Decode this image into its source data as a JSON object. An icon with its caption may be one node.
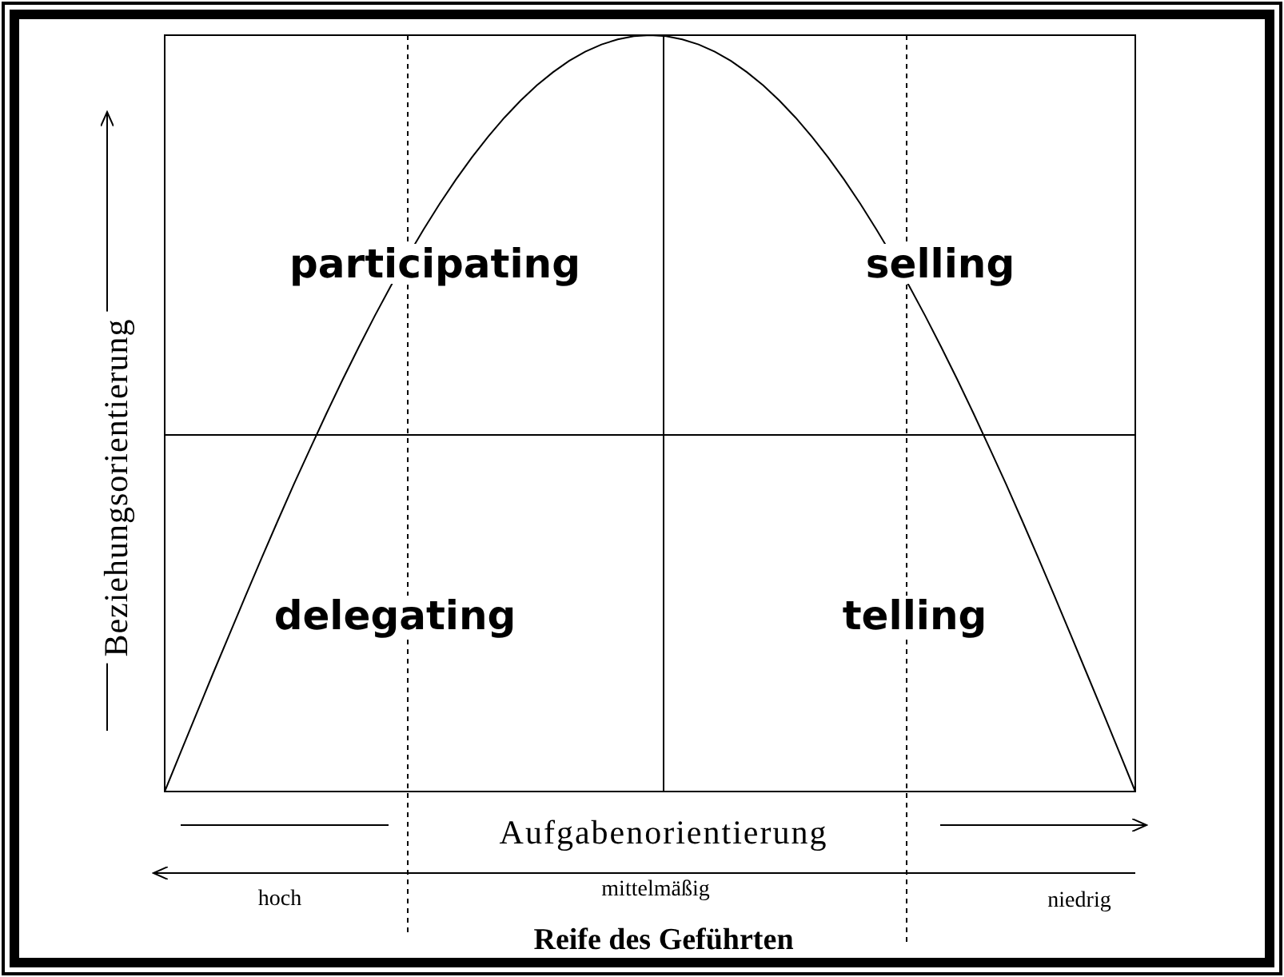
{
  "diagram": {
    "labels": [
      "Beziehungsorientierung",
      "participating",
      "selling",
      "delegating",
      "telling",
      "Aufgabenorientierung",
      "hoch",
      "mittelmäßig",
      "niedrig",
      "Reife des Geführten"
    ]
  }
}
